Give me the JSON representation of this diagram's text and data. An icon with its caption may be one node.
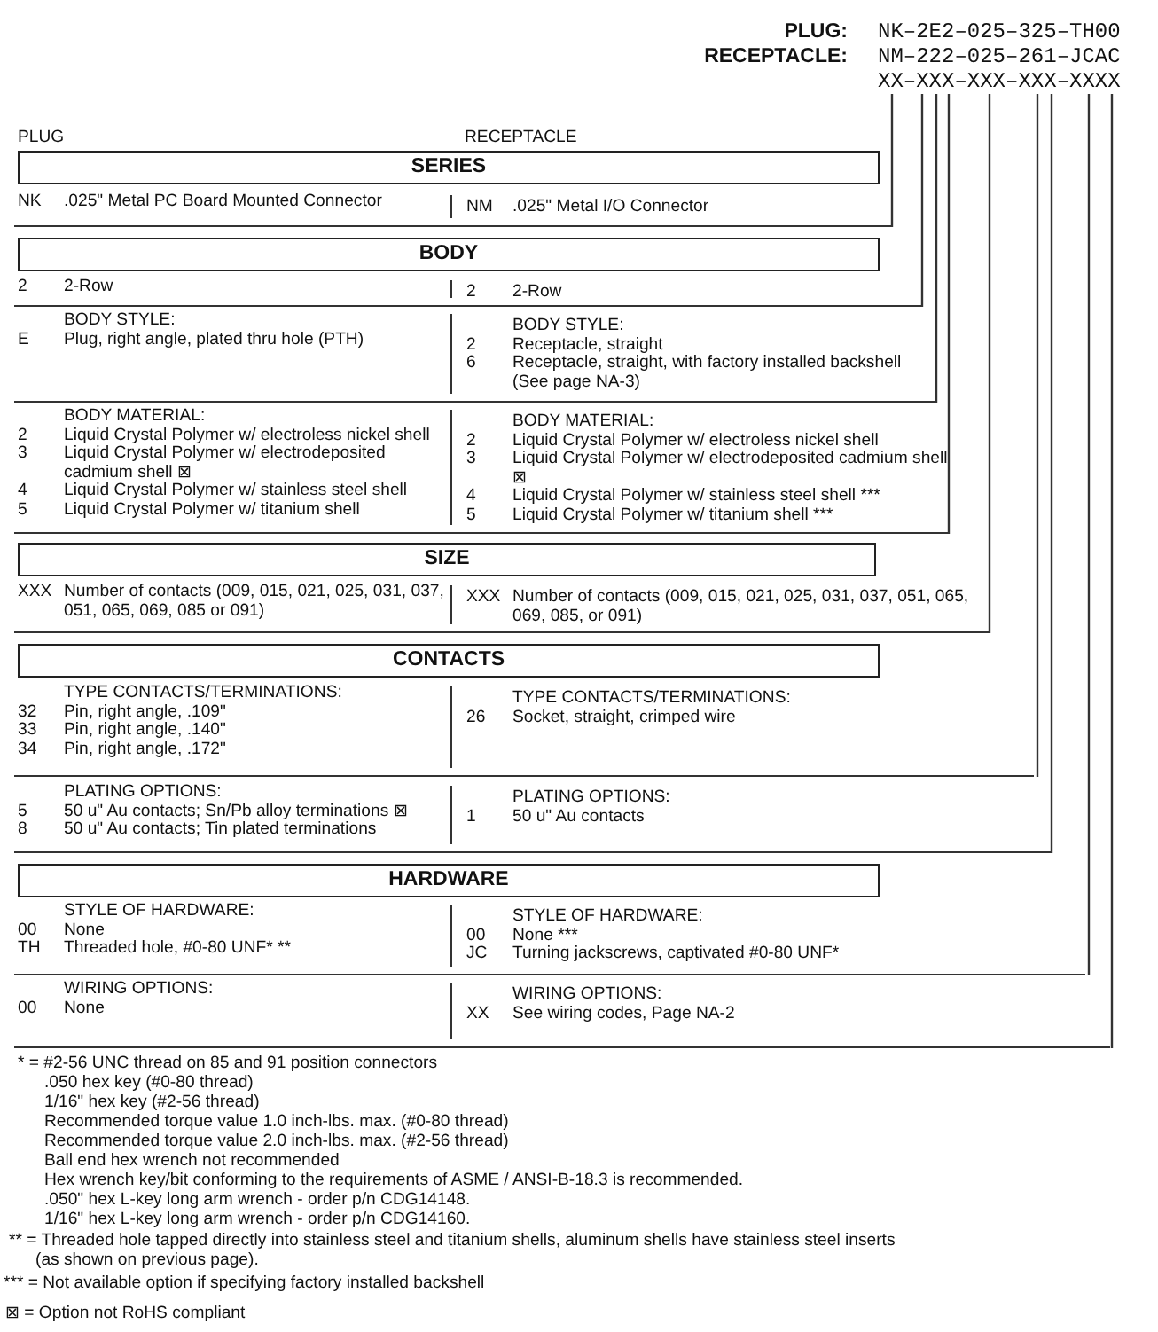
{
  "diagram": {
    "nodes": [
      {
        "text": [
          "SERIES"
        ]
      },
      {
        "text": [
          "NK",
          ".025\" Metal PC Board Mounted Connector",
          "NM",
          ".025\" Metal I/O Connector"
        ]
      },
      {
        "text": [
          "BODY"
        ]
      },
      {
        "text": [
          "2",
          "2-Row",
          "2",
          "2-Row"
        ]
      },
      {
        "text": [
          "BODY STYLE:",
          "E",
          "Plug, right angle, plated thru hole (PTH)",
          "BODY STYLE:",
          "2",
          "Receptacle, straight",
          "6",
          "Receptacle, straight, with factory installed backshell (See page NA-3)"
        ]
      },
      {
        "text": [
          "BODY MATERIAL:",
          "2",
          "Liquid Crystal Polymer w/ electroless nickel shell",
          "3",
          "Liquid Crystal Polymer w/ electrodeposited cadmium shell ⊠",
          "4",
          "Liquid Crystal Polymer w/ stainless steel shell",
          "5",
          "Liquid Crystal Polymer w/ titanium shell",
          "BODY MATERIAL:",
          "2",
          "Liquid Crystal Polymer w/ electroless nickel shell",
          "3",
          "Liquid Crystal Polymer w/ electrodeposited cadmium shell ⊠",
          "4",
          "Liquid Crystal Polymer w/ stainless steel shell ***",
          "5",
          "Liquid Crystal Polymer w/ titanium shell ***"
        ]
      },
      {
        "text": [
          "SIZE"
        ]
      },
      {
        "text": [
          "XXX",
          "Number of contacts (009, 015, 021, 025, 031, 037, 051, 065, 069, 085 or 091)",
          "XXX",
          "Number of contacts (009, 015, 021, 025, 031, 037, 051, 065, 069, 085, or 091)"
        ]
      },
      {
        "text": [
          "CONTACTS"
        ]
      },
      {
        "text": [
          "TYPE CONTACTS/TERMINATIONS:",
          "32",
          "Pin, right angle, .109\"",
          "33",
          "Pin, right angle, .140\"",
          "34",
          "Pin, right angle, .172\"",
          "TYPE CONTACTS/TERMINATIONS:",
          "26",
          "Socket, straight, crimped wire"
        ]
      },
      {
        "text": [
          "PLATING OPTIONS:",
          "5",
          "50 u\" Au contacts; Sn/Pb alloy terminations ⊠",
          "8",
          "50 u\" Au contacts; Tin plated terminations",
          "PLATING OPTIONS:",
          "1",
          "50 u\" Au contacts"
        ]
      },
      {
        "text": [
          "HARDWARE"
        ]
      },
      {
        "text": [
          "STYLE OF HARDWARE:",
          "00",
          "None",
          "TH",
          "Threaded hole, #0-80 UNF* **",
          "STYLE OF HARDWARE:",
          "00",
          "None ***",
          "JC",
          "Turning jackscrews, captivated #0-80 UNF*"
        ]
      },
      {
        "text": [
          "WIRING OPTIONS:",
          "00",
          "None",
          "WIRING OPTIONS:",
          "XX",
          "See wiring codes, Page NA-2"
        ]
      },
      {
        "text": [
          "XX–XXX–XXX–XXX–XXXX"
        ]
      }
    ],
    "edges": [
      {
        "from": 14,
        "to": 1,
        "arrow": "none"
      },
      {
        "from": 14,
        "to": 3,
        "arrow": "none"
      },
      {
        "from": 14,
        "to": 4,
        "arrow": "none"
      },
      {
        "from": 14,
        "to": 5,
        "arrow": "none"
      },
      {
        "from": 14,
        "to": 7,
        "arrow": "none"
      },
      {
        "from": 14,
        "to": 9,
        "arrow": "none"
      },
      {
        "from": 14,
        "to": 10,
        "arrow": "none"
      },
      {
        "from": 14,
        "to": 12,
        "arrow": "none"
      },
      {
        "from": 14,
        "to": 13,
        "arrow": "none"
      }
    ],
    "labels": [
      "PLUG:",
      "NK–2E2–025–325–TH00",
      "RECEPTACLE:",
      "NM–222–025–261–JCAC",
      "PLUG",
      "RECEPTACLE",
      "* = #2-56 UNC thread on 85 and 91 position connectors",
      ".050 hex key (#0-80 thread)",
      "1/16\" hex key (#2-56 thread)",
      "Recommended torque value 1.0 inch-lbs. max. (#0-80 thread)",
      "Recommended torque value 2.0 inch-lbs. max. (#2-56 thread)",
      "Ball end hex wrench not recommended",
      "Hex wrench key/bit conforming to the requirements of ASME / ANSI-B-18.3 is recommended.",
      ".050\" hex L-key long arm wrench - order p/n CDG14148.",
      "1/16\" hex L-key long arm wrench - order p/n CDG14160.",
      "** = Threaded hole tapped directly into stainless steel and titanium shells, aluminum shells have stainless steel inserts (as shown on previous page).",
      "*** = Not available option if specifying factory installed backshell",
      "⊠ = Option not RoHS compliant"
    ]
  }
}
